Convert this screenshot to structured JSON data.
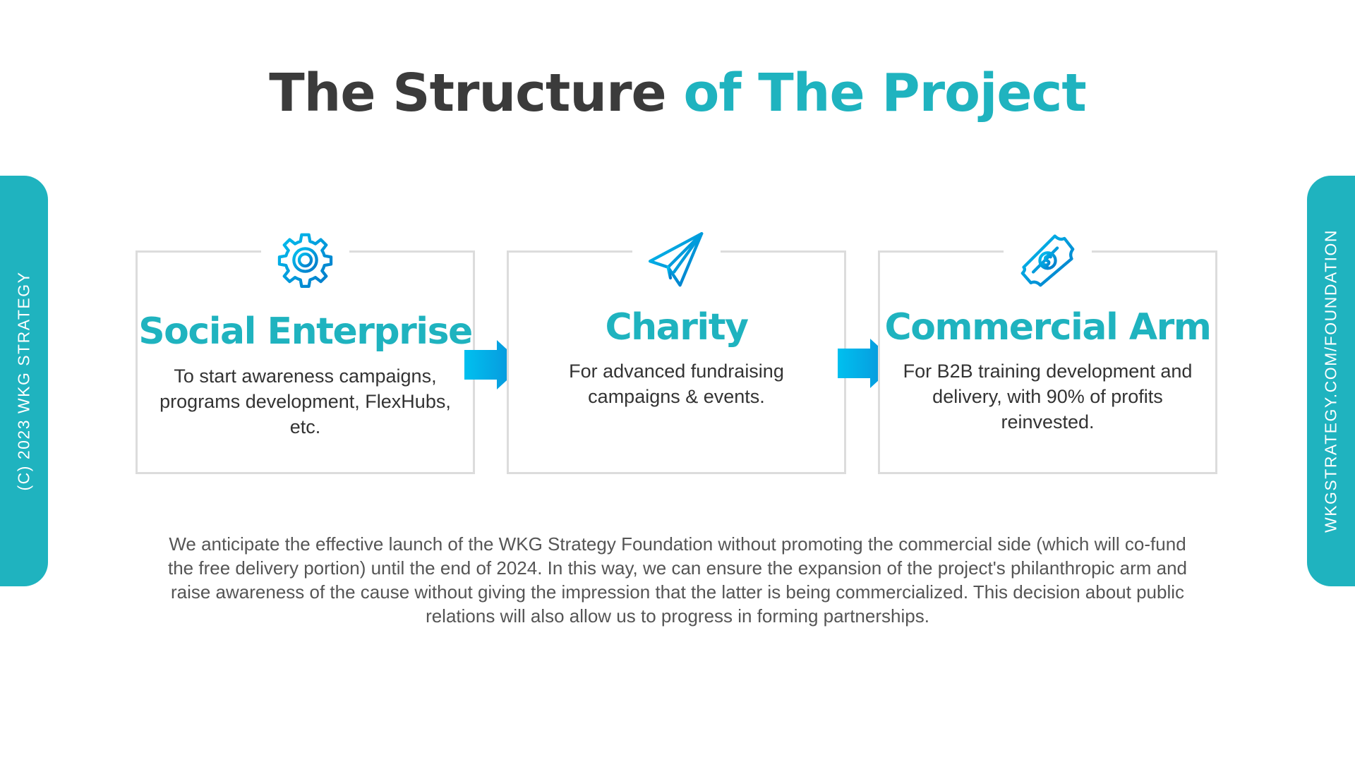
{
  "title": {
    "part_dark": "The Structure",
    "part_teal": "of The Project"
  },
  "side": {
    "left_text": "(C) 2023 WKG STRATEGY",
    "right_text": "WKGSTRATEGY.COM/FOUNDATION"
  },
  "cards": [
    {
      "icon": "gear-icon",
      "title": "Social Enterprise",
      "description": "To start awareness campaigns, programs development, FlexHubs, etc."
    },
    {
      "icon": "paper-plane-icon",
      "title": "Charity",
      "description": "For advanced fundraising campaigns & events."
    },
    {
      "icon": "money-icon",
      "title": "Commercial Arm",
      "description": "For B2B training development and delivery, with 90% of profits reinvested."
    }
  ],
  "summary": "We anticipate the effective launch of the WKG Strategy Foundation without promoting the commercial side (which will co-fund the free delivery portion) until the end of 2024. In this way, we can ensure the expansion of the project's philanthropic arm and raise awareness of the cause without giving the impression that the latter is being commercialized. This decision about public relations will also allow us to progress in forming partnerships.",
  "colors": {
    "accent": "#1fb3bf",
    "title_dark": "#3b3b3b",
    "icon_light": "#00c0ef",
    "icon_dark": "#0077c8",
    "card_border": "#dcdcdc"
  }
}
